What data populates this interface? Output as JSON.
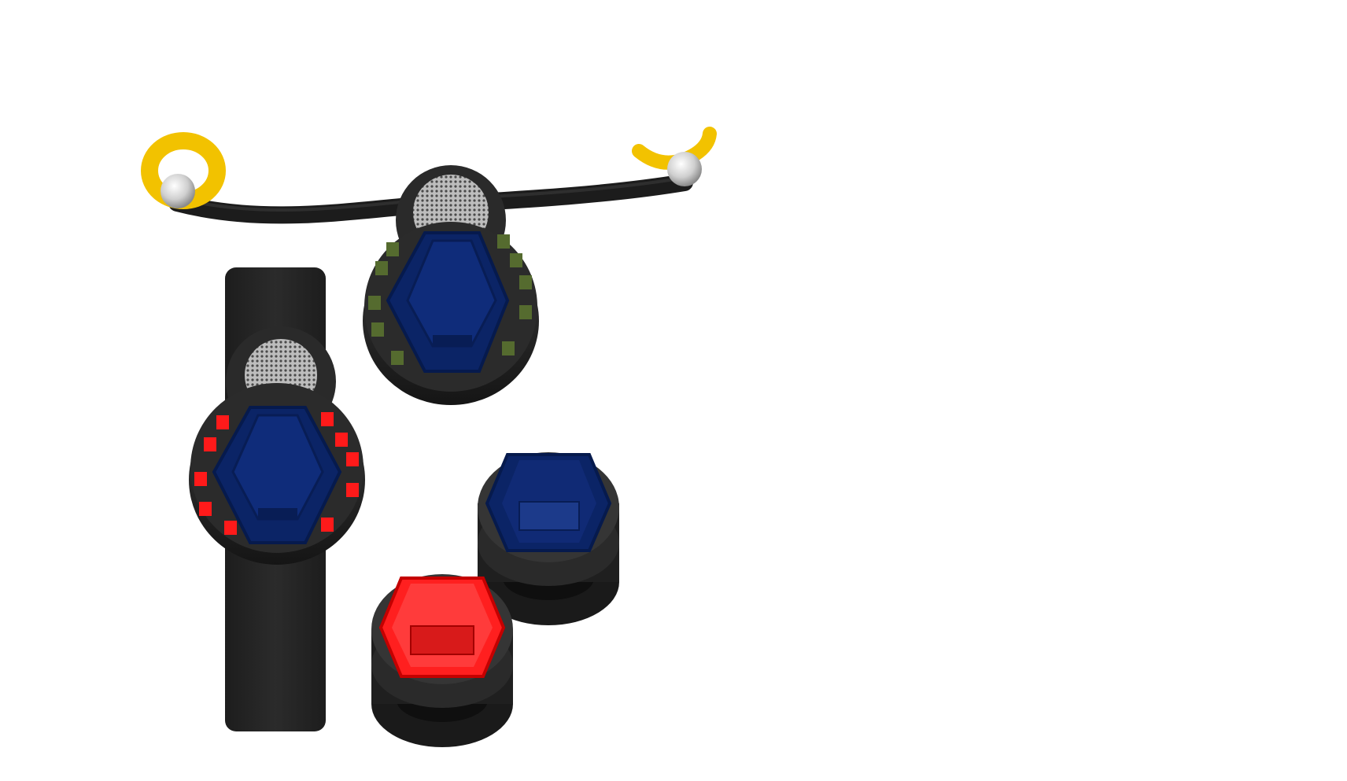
{
  "scene": {
    "background": "#ffffff",
    "items": [
      {
        "name": "necklace-cord",
        "kind": "cord",
        "color": "#1c1c1c"
      },
      {
        "name": "left-clasp-ring",
        "kind": "clasp",
        "color": "#f2c200"
      },
      {
        "name": "right-clasp-ring",
        "kind": "clasp",
        "color": "#f2c200"
      },
      {
        "name": "pendant-device",
        "kind": "device",
        "face_color": "#0b2466",
        "led_color": "#556b2f",
        "led_count": 10
      },
      {
        "name": "wristband-strap",
        "kind": "strap",
        "color": "#262626"
      },
      {
        "name": "wrist-device",
        "kind": "device",
        "face_color": "#0b2466",
        "led_color": "#ff1a1a",
        "led_count": 10
      },
      {
        "name": "blue-knob-button",
        "kind": "knob",
        "color": "#0b2466"
      },
      {
        "name": "red-knob-button",
        "kind": "knob",
        "color": "#ff1f1f"
      }
    ]
  }
}
